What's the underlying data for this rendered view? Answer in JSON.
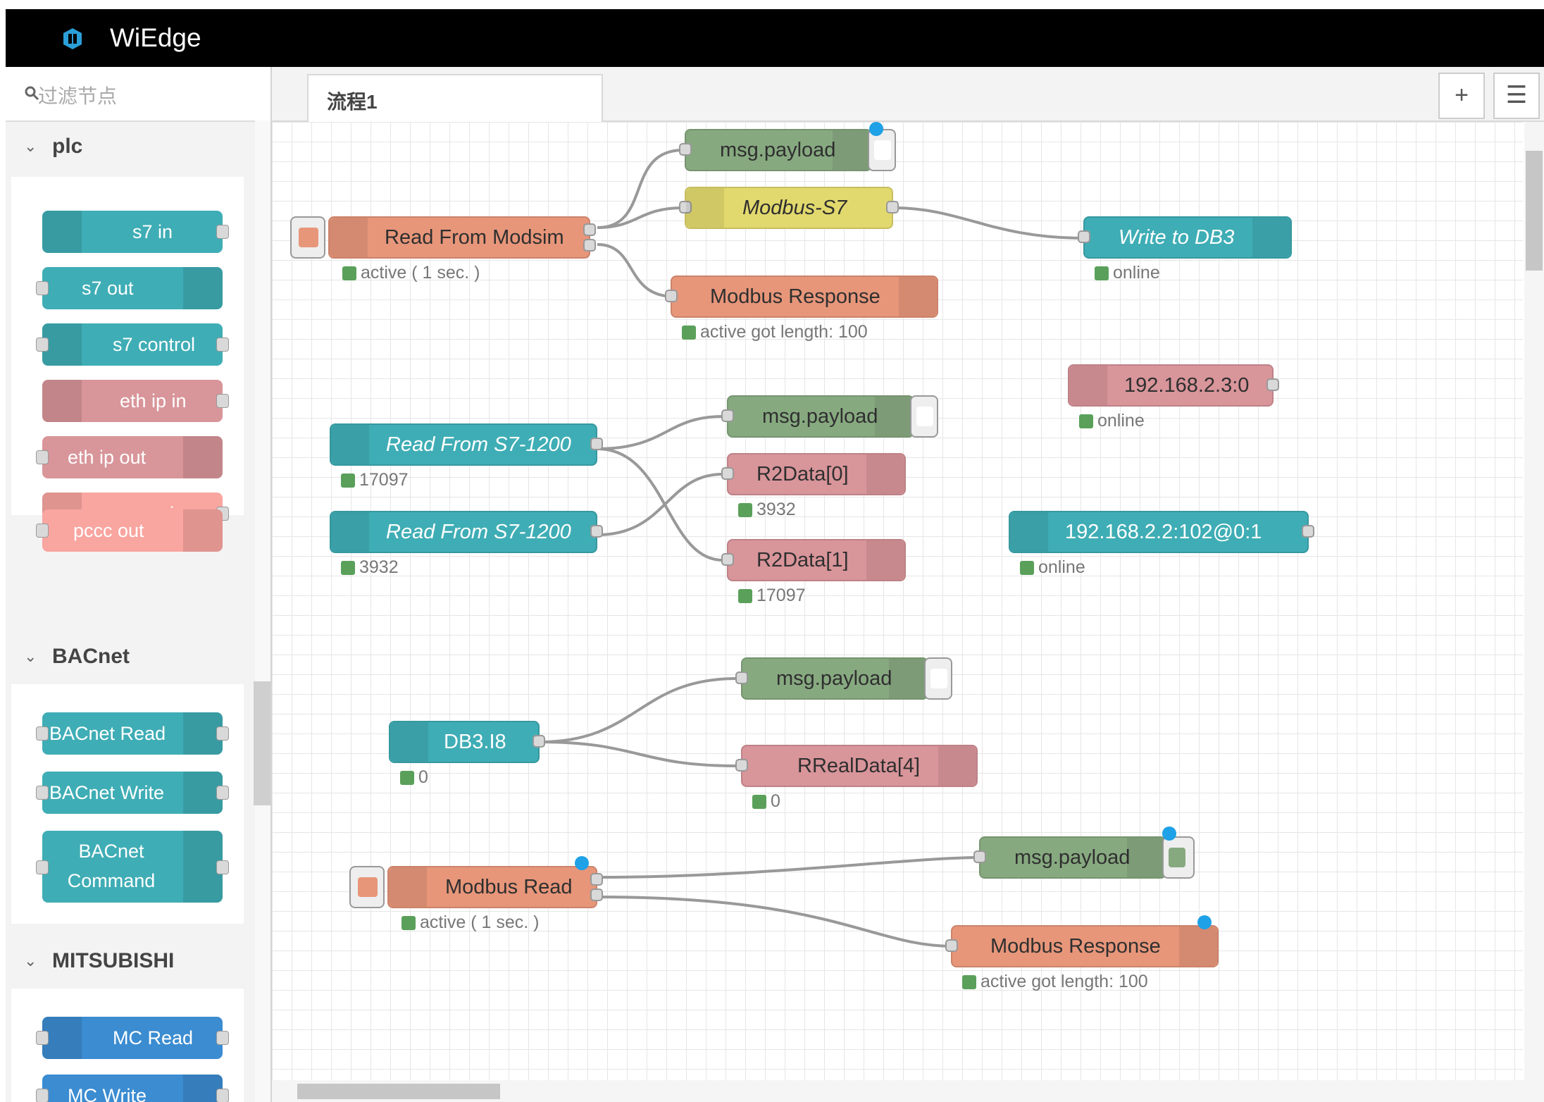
{
  "app": {
    "title": "WiEdge"
  },
  "sidebar": {
    "filter_placeholder": "过滤节点",
    "categories": [
      {
        "name": "plc",
        "nodes": [
          "s7 in",
          "s7 out",
          "s7 control",
          "eth ip in",
          "eth ip out",
          "pccc in",
          "pccc out"
        ]
      },
      {
        "name": "BACnet",
        "nodes": [
          "BACnet Read",
          "BACnet Write",
          "BACnet Command"
        ]
      },
      {
        "name": "MITSUBISHI",
        "nodes": [
          "MC Read",
          "MC Write"
        ]
      }
    ]
  },
  "tabs": [
    {
      "label": "流程1"
    }
  ],
  "toolbar": {
    "add": "+",
    "list": "☰"
  },
  "flow": {
    "nodes": {
      "read_modsim": {
        "label": "Read From Modsim",
        "status": "active ( 1 sec. )"
      },
      "msg_payload_1": {
        "label": "msg.payload"
      },
      "modbus_s7": {
        "label": "Modbus-S7"
      },
      "modbus_response_1": {
        "label": "Modbus Response",
        "status": "active got length: 100"
      },
      "write_db3": {
        "label": "Write to DB3",
        "status": "online"
      },
      "plc_ip_1": {
        "label": "192.168.2.3:0",
        "status": "online"
      },
      "read_s7_1": {
        "label": "Read From S7-1200",
        "status": "17097"
      },
      "read_s7_2": {
        "label": "Read From S7-1200",
        "status": "3932"
      },
      "msg_payload_2": {
        "label": "msg.payload"
      },
      "r2data0": {
        "label": "R2Data[0]",
        "status": "3932"
      },
      "r2data1": {
        "label": "R2Data[1]",
        "status": "17097"
      },
      "plc_ip_2": {
        "label": "192.168.2.2:102@0:1",
        "status": "online"
      },
      "db3_i8": {
        "label": "DB3.I8",
        "status": "0"
      },
      "msg_payload_3": {
        "label": "msg.payload"
      },
      "rrealdata4": {
        "label": "RRealData[4]",
        "status": "0"
      },
      "modbus_read": {
        "label": "Modbus Read",
        "status": "active ( 1 sec. )"
      },
      "msg_payload_4": {
        "label": "msg.payload"
      },
      "modbus_response_2": {
        "label": "Modbus Response",
        "status": "active got length: 100"
      }
    }
  },
  "colors": {
    "header": "#000000",
    "teal": "#3fadb5",
    "salmon": "#e7967a",
    "green": "#87a980",
    "yellow": "#e2d96e",
    "pink": "#d8959a",
    "status_dot": "#5aa05a",
    "changed_dot": "#1ea1e6"
  }
}
